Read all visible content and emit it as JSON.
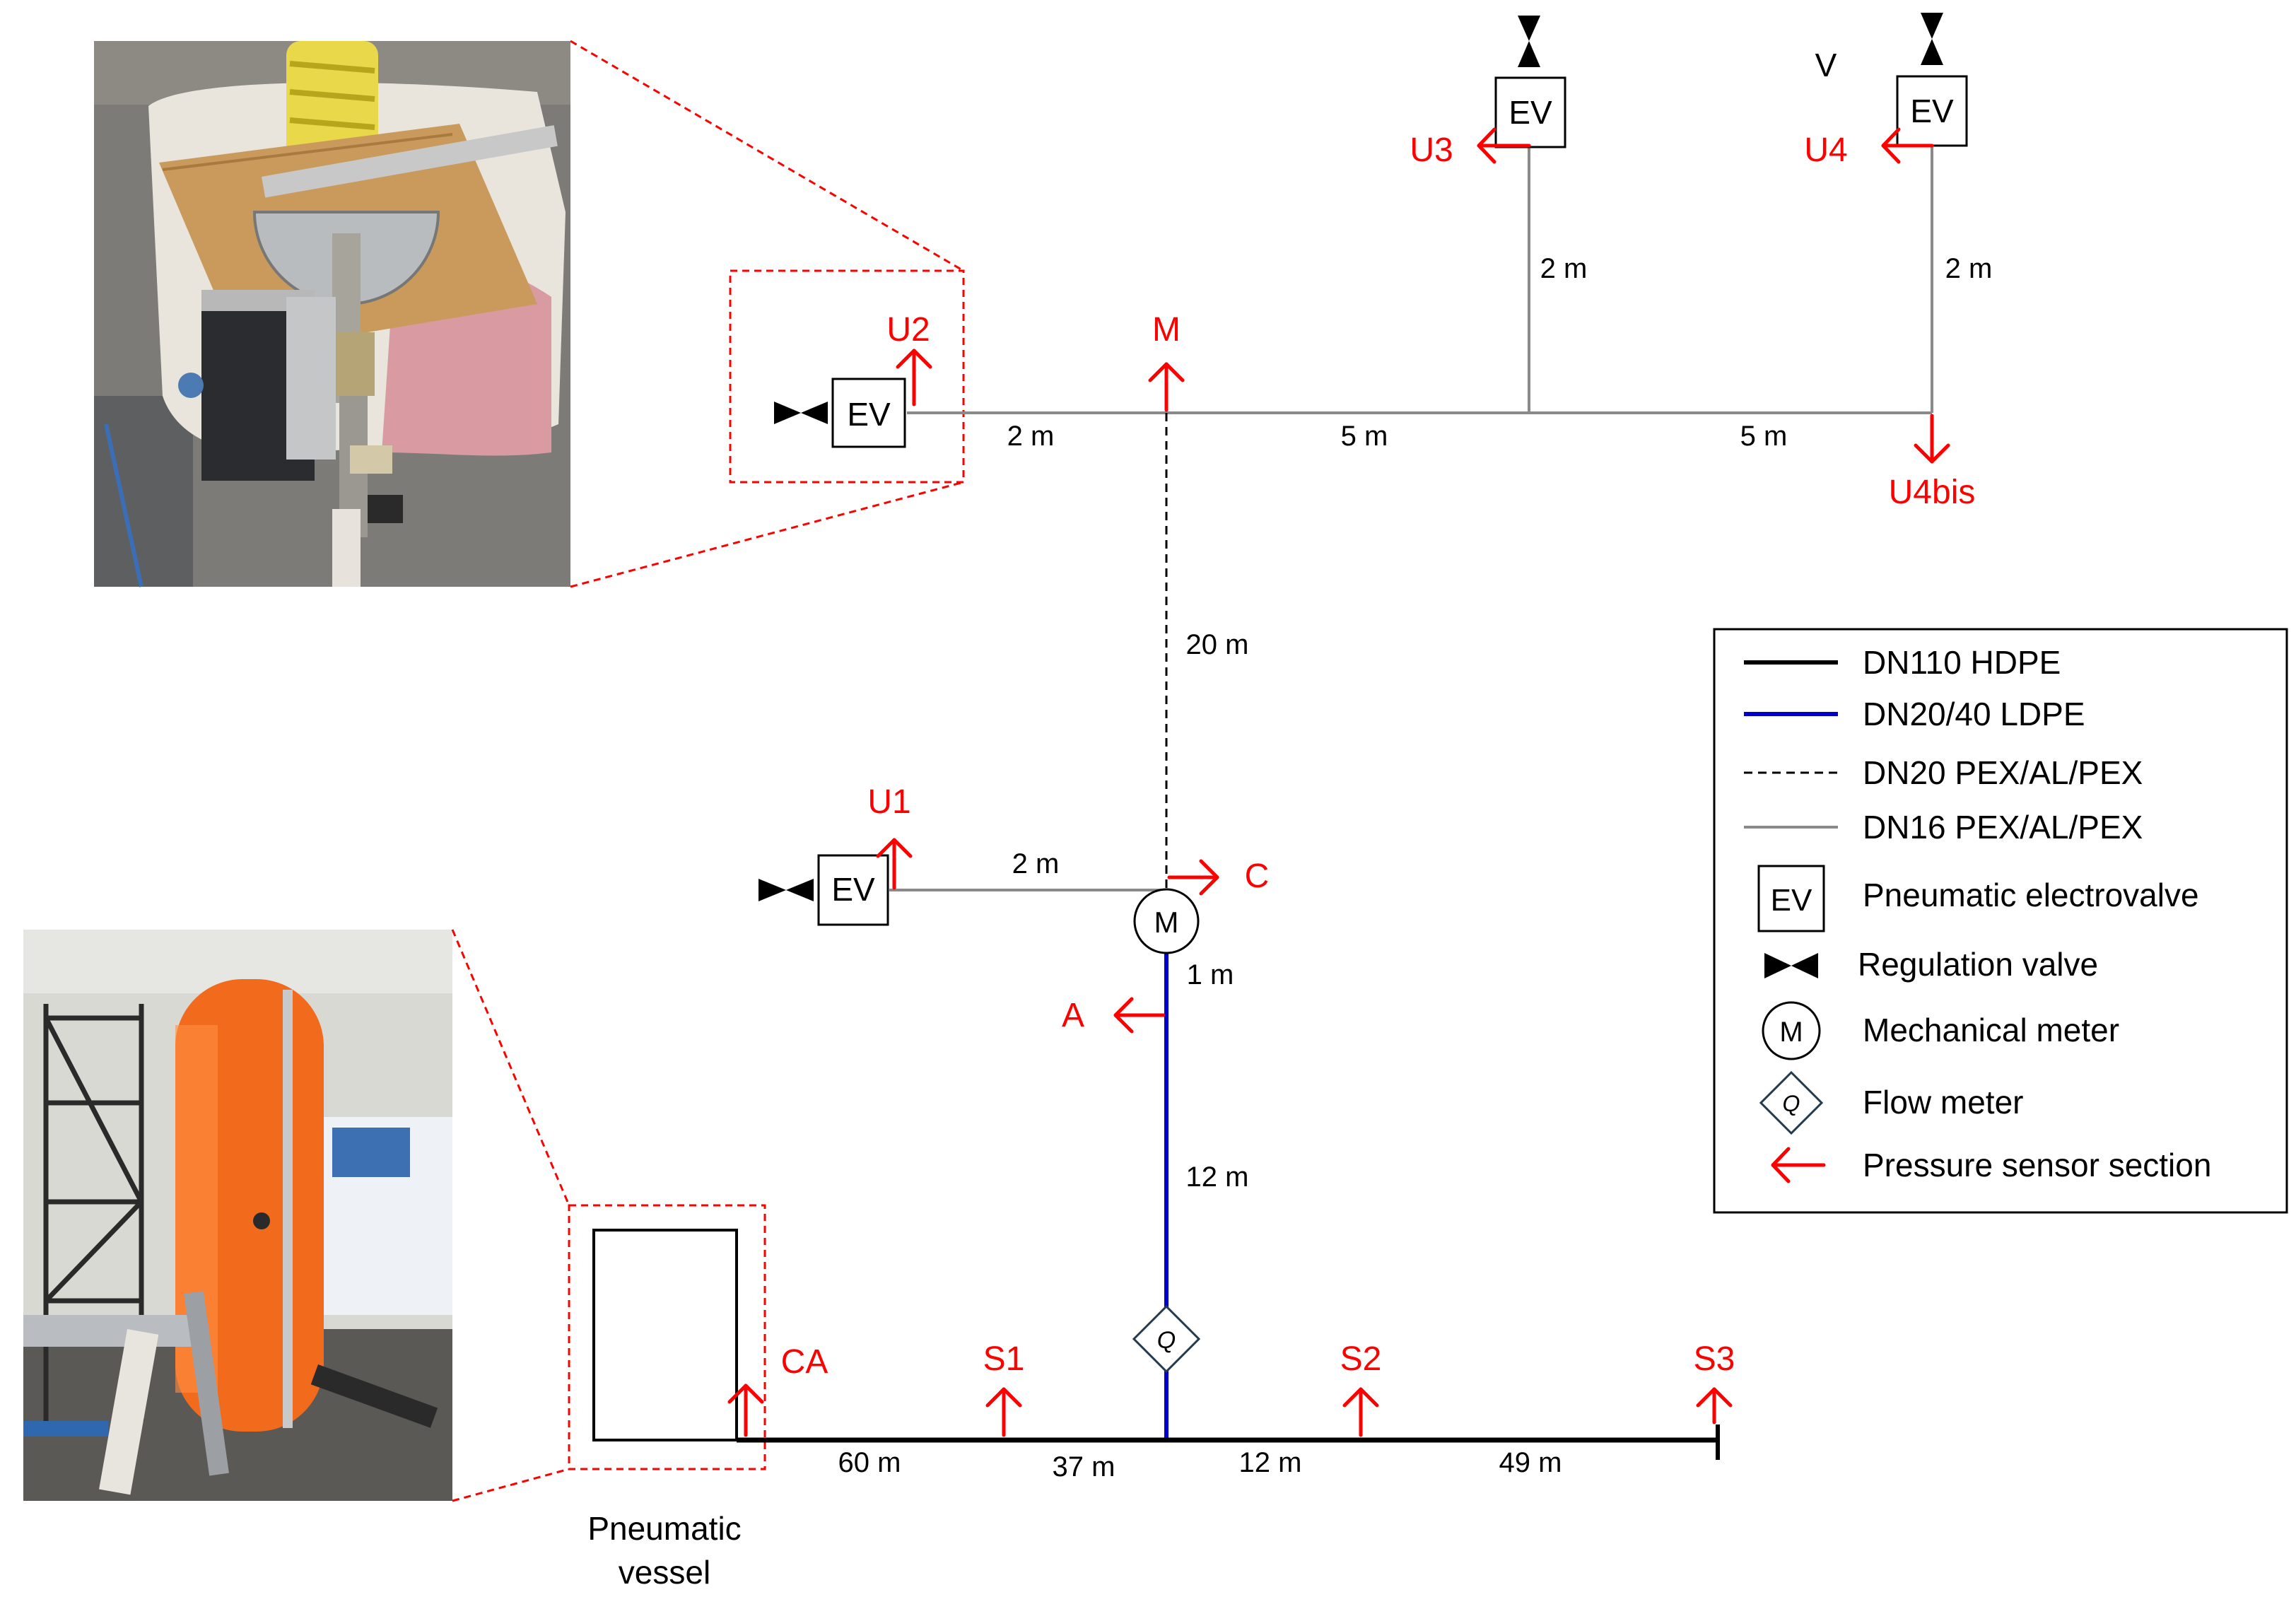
{
  "colors": {
    "hdpe": "#000000",
    "ldpe": "#0000cc",
    "pex20": "#000000",
    "pex16": "#8a8a8a",
    "sensor": "#ff0000",
    "callout": "#ff0000",
    "flowmeter_stroke": "#243a4f",
    "vessel_orange": "#f26b1d"
  },
  "components": {
    "ev_label": "EV",
    "meter_label": "M",
    "flowmeter_label": "Q"
  },
  "top_branch": {
    "v_label": "V"
  },
  "sensors": {
    "u1": "U1",
    "u2": "U2",
    "u3": "U3",
    "u4": "U4",
    "u4bis": "U4bis",
    "m": "M",
    "c": "C",
    "a": "A",
    "ca": "CA",
    "s1": "S1",
    "s2": "S2",
    "s3": "S3"
  },
  "lengths": {
    "top_left": "2 m",
    "top_mid": "5 m",
    "top_right": "5 m",
    "u3_riser": "2 m",
    "u4_riser": "2 m",
    "vertical_dashed": "20 m",
    "u1_branch": "2 m",
    "meter_drop": "1 m",
    "blue_riser": "12 m",
    "bottom_1": "60 m",
    "bottom_2": "37 m",
    "bottom_3": "12 m",
    "bottom_4": "49 m"
  },
  "vessel": {
    "label_line1": "Pneumatic",
    "label_line2": "vessel"
  },
  "legend": {
    "items": [
      "DN110 HDPE",
      "DN20/40 LDPE",
      "DN20 PEX/AL/PEX",
      "DN16 PEX/AL/PEX",
      "Pneumatic electrovalve",
      "Regulation valve",
      "Mechanical meter",
      "Flow meter",
      "Pressure sensor section"
    ]
  }
}
